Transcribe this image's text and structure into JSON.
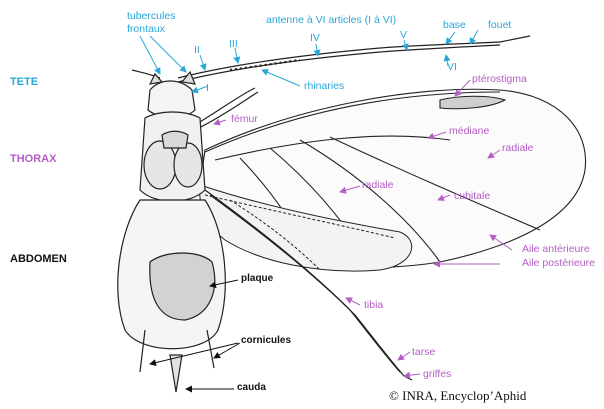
{
  "sections": {
    "tete": "TETE",
    "thorax": "THORAX",
    "abdomen": "ABDOMEN"
  },
  "labels": {
    "tubercules": "tubercules",
    "frontaux": "frontaux",
    "antenne": "antenne à VI articles (I à VI)",
    "base": "base",
    "fouet": "fouet",
    "ii": "II",
    "iii": "III",
    "iv": "IV",
    "v": "V",
    "vi": "VI",
    "i": "I",
    "rhinaries": "rhinaries",
    "pterostigma": "ptérostigma",
    "femur": "fémur",
    "mediane": "médiane",
    "radiale_wing": "radiale",
    "radiale": "radiale",
    "cubitale": "cubitale",
    "aile_anterieure": "Aile antérieure",
    "aile_posterieure": "Aile postérieure",
    "tibia": "tibia",
    "plaque": "plaque",
    "cornicules": "cornicules",
    "cauda": "cauda",
    "tarse": "tarse",
    "griffes": "griffes"
  },
  "copyright": "© INRA, Encyclop’Aphid",
  "colors": {
    "cyan": "#2aa7d8",
    "magenta": "#b45ec6",
    "black": "#111111"
  }
}
